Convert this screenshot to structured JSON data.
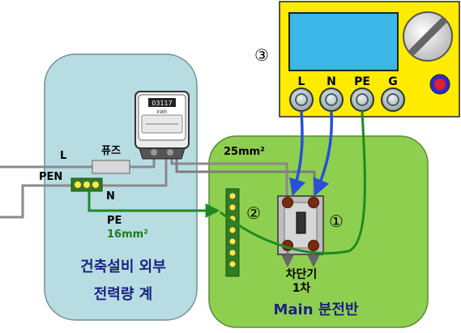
{
  "labels": {
    "line_l": "L",
    "line_pen": "PEN",
    "line_n": "N",
    "fuse": "퓨즈",
    "cable_size": "25mm²",
    "pe_label": "PE",
    "pe_size": "16mm²",
    "outer_box_line1": "건축설비 외부",
    "outer_box_line2": "전력량 계",
    "breaker_line1": "차단기",
    "breaker_line2": "1차",
    "main_panel": "Main 분전반",
    "circle_1": "①",
    "circle_2": "②",
    "circle_3": "③"
  },
  "meter": {
    "digits": "03117",
    "unit": "kWh"
  },
  "tester": {
    "terminals": [
      "L",
      "N",
      "PE",
      "G"
    ]
  },
  "colors": {
    "outer_box": "#b7dde3",
    "main_panel": "#8fcf4f",
    "tester_body": "#ffeb00",
    "screen": "#3bb7e8",
    "ground_wire": "#1f8a1f",
    "blue_lead": "#2a4fd8",
    "breaker_terminal": "#7a2a12",
    "title_text": "#1a237e"
  }
}
